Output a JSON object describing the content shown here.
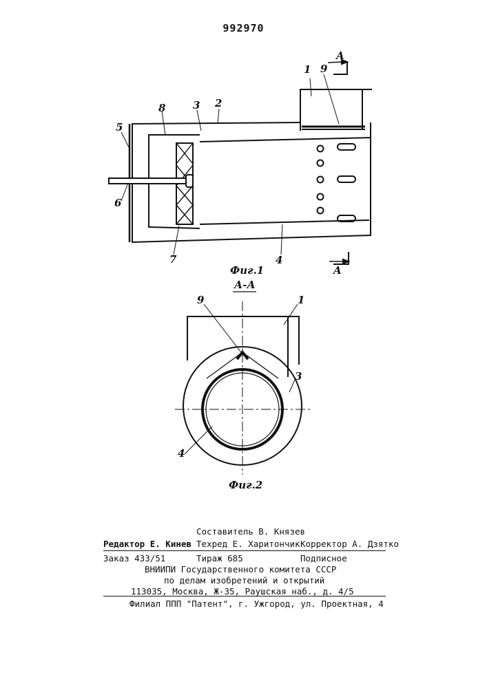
{
  "patent_number": "992970",
  "figures": {
    "fig1": {
      "caption": "Фиг.1",
      "labels": [
        "1",
        "9",
        "8",
        "3",
        "2",
        "5",
        "6",
        "7",
        "4"
      ],
      "section_marks": [
        "A",
        "A"
      ]
    },
    "fig2": {
      "caption": "Фиг.2",
      "section_title": "А-А",
      "labels": [
        "9",
        "1",
        "3",
        "4"
      ]
    }
  },
  "imprint": {
    "compiler": "Составитель В. Князев",
    "editor": "Редактор Е. Кинев",
    "techred": "Техред Е. Харитончик",
    "corrector": "Корректор А. Дзятко",
    "order": "Заказ 433/51",
    "circulation": "Тираж 685",
    "subscription": "Подписное",
    "org_line1": "ВНИИПИ Государственного комитета СССР",
    "org_line2": "по делам изобретений и открытий",
    "address": "113035, Москва, Ж-35, Раушская наб., д. 4/5",
    "branch": "Филиал ППП \"Патент\", г. Ужгород, ул. Проектная, 4"
  }
}
